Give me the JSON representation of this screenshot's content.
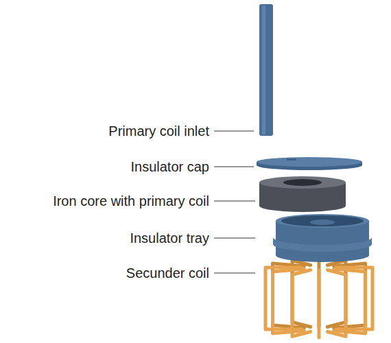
{
  "diagram": {
    "labels": [
      "Primary coil inlet",
      "Insulator cap",
      "Iron core with primary coil",
      "Insulator tray",
      "Secunder coil"
    ]
  }
}
